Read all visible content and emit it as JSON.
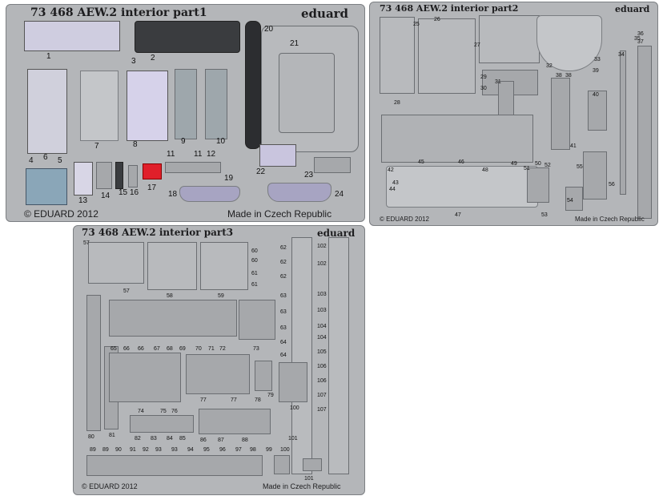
{
  "part1": {
    "title": "73 468 AEW.2 interior part1",
    "brand": "eduard",
    "copyright": "© EDUARD 2012",
    "made_in": "Made in Czech Republic",
    "numbers": [
      "1",
      "2",
      "3",
      "4",
      "5",
      "6",
      "7",
      "8",
      "9",
      "10",
      "11",
      "11",
      "12",
      "13",
      "14",
      "15",
      "16",
      "17",
      "18",
      "19",
      "20",
      "21",
      "22",
      "23",
      "24"
    ]
  },
  "part2": {
    "title": "73 468 AEW.2 interior part2",
    "brand": "eduard",
    "copyright": "© EDUARD 2012",
    "made_in": "Made in Czech Republic",
    "numbers": [
      "25",
      "26",
      "27",
      "28",
      "29",
      "30",
      "31",
      "32",
      "33",
      "34",
      "35",
      "36",
      "37",
      "38",
      "38",
      "39",
      "40",
      "41",
      "42",
      "43",
      "44",
      "45",
      "46",
      "47",
      "48",
      "49",
      "50",
      "51",
      "52",
      "53",
      "54",
      "55",
      "56"
    ]
  },
  "part3": {
    "title": "73 468 AEW.2 interior part3",
    "brand": "eduard",
    "copyright": "© EDUARD 2012",
    "made_in": "Made in Czech Republic",
    "numbers": [
      "57",
      "57",
      "58",
      "59",
      "60",
      "60",
      "61",
      "61",
      "62",
      "62",
      "62",
      "63",
      "63",
      "63",
      "64",
      "64",
      "65",
      "66",
      "66",
      "67",
      "68",
      "69",
      "70",
      "71",
      "72",
      "73",
      "74",
      "75",
      "76",
      "77",
      "77",
      "78",
      "79",
      "80",
      "81",
      "82",
      "83",
      "84",
      "85",
      "86",
      "87",
      "88",
      "89",
      "89",
      "90",
      "91",
      "92",
      "93",
      "93",
      "94",
      "95",
      "96",
      "97",
      "98",
      "99",
      "100",
      "100",
      "101",
      "101",
      "102",
      "102",
      "103",
      "103",
      "104",
      "104",
      "105",
      "106",
      "106",
      "107",
      "107"
    ]
  }
}
